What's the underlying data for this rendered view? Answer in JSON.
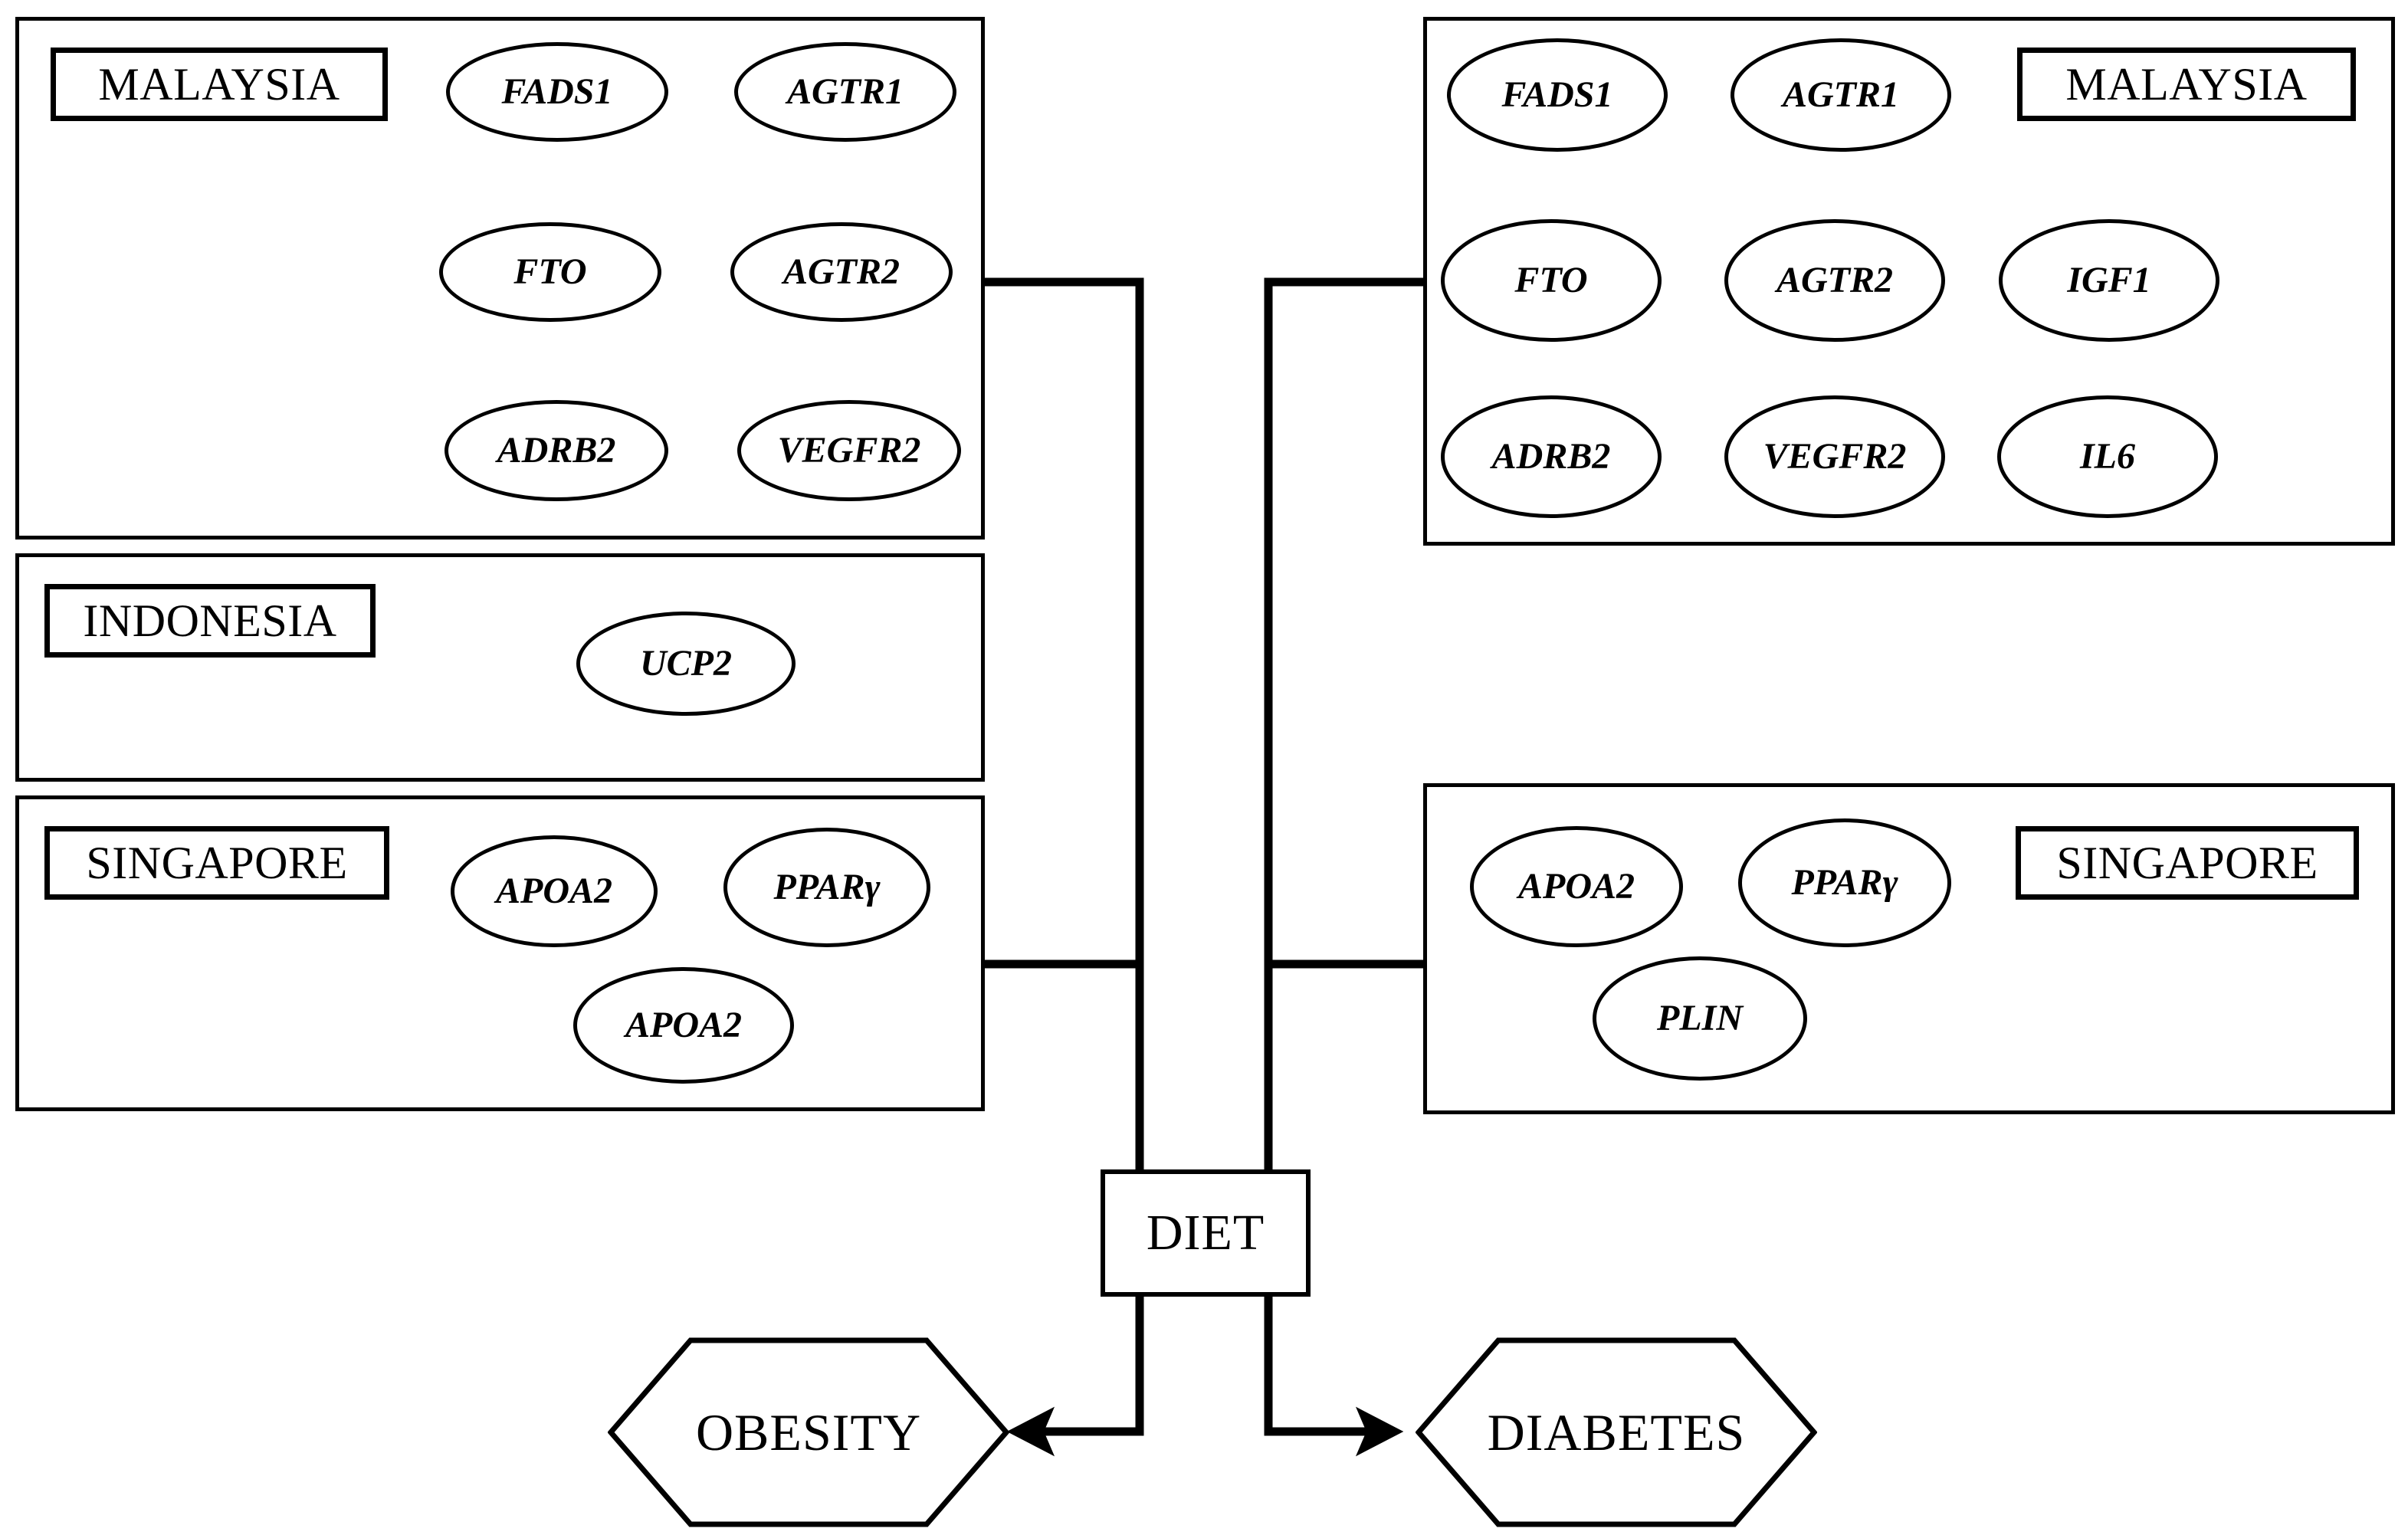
{
  "diagram": {
    "title_nodes": {
      "diet": "DIET",
      "obesity": "OBESITY",
      "diabetes": "DIABETES"
    },
    "left_column": {
      "panels": [
        {
          "country": "MALAYSIA",
          "genes": [
            "FADS1",
            "AGTR1",
            "FTO",
            "AGTR2",
            "ADRB2",
            "VEGFR2"
          ]
        },
        {
          "country": "INDONESIA",
          "genes": [
            "UCP2"
          ]
        },
        {
          "country": "SINGAPORE",
          "genes": [
            "APOA2",
            "PPARγ",
            "APOA2"
          ]
        }
      ]
    },
    "right_column": {
      "panels": [
        {
          "country": "MALAYSIA",
          "genes": [
            "FADS1",
            "AGTR1",
            "FTO",
            "AGTR2",
            "IGF1",
            "ADRB2",
            "VEGFR2",
            "IL6"
          ]
        },
        {
          "country": "SINGAPORE",
          "genes": [
            "APOA2",
            "PPARγ",
            "PLIN"
          ]
        }
      ]
    },
    "colors": {
      "stroke": "#000000",
      "background": "#ffffff"
    },
    "edges": {
      "diet_to_obesity": "arrow-left",
      "diet_to_diabetes": "arrow-right"
    }
  }
}
